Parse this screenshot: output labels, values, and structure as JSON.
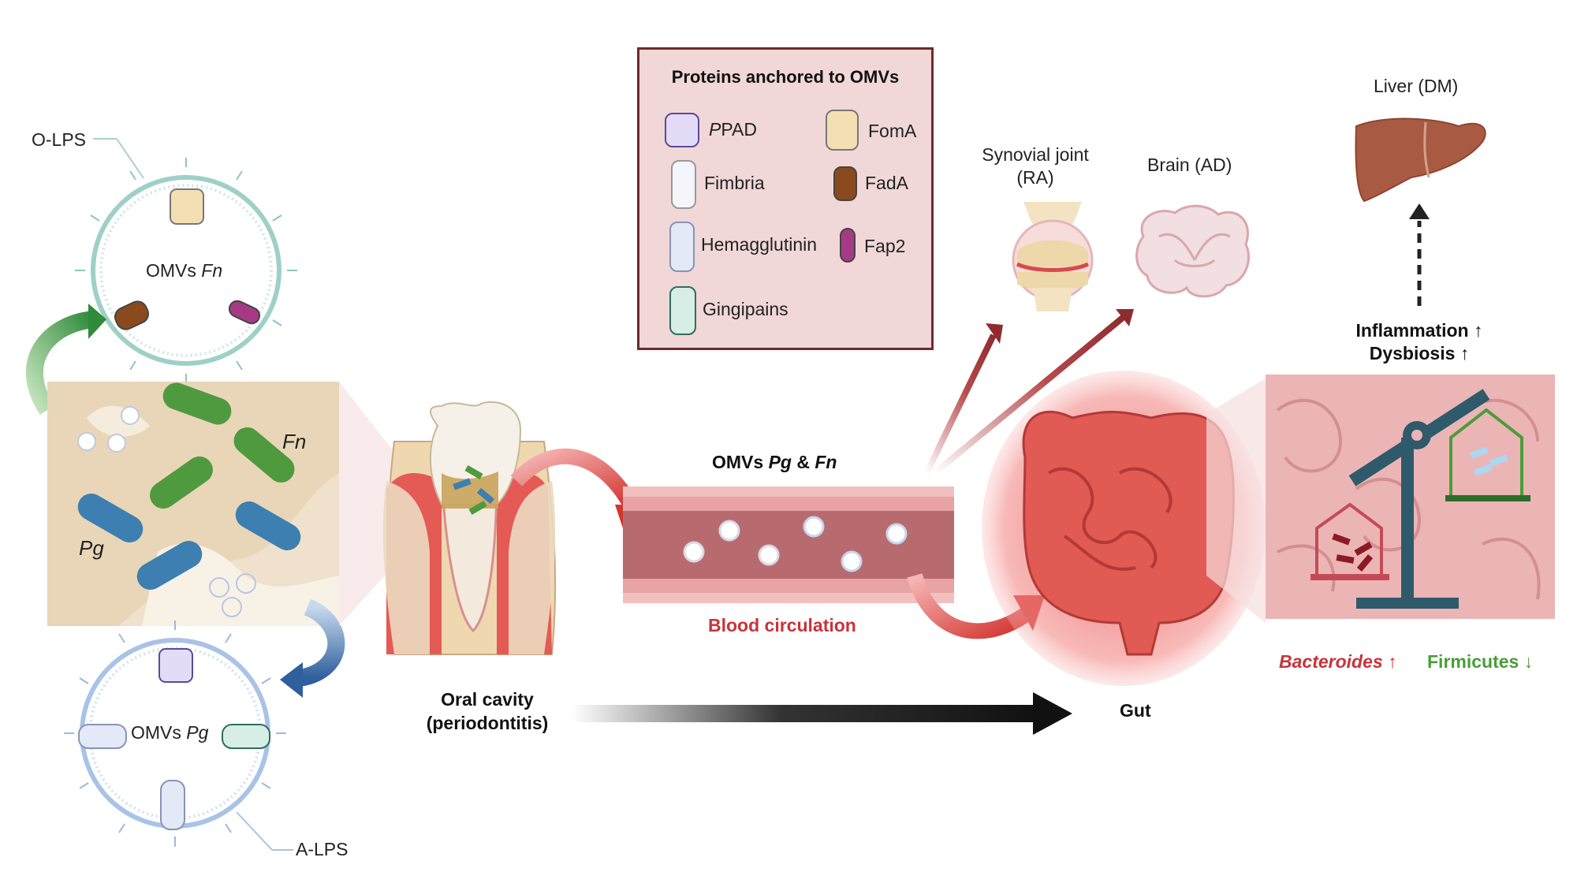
{
  "omv_fn": {
    "label_prefix": "OMVs",
    "label_species": "Fn",
    "lps_label": "O-LPS"
  },
  "omv_pg": {
    "label_prefix": "OMVs",
    "label_species": "Pg",
    "lps_label": "A-LPS"
  },
  "biofilm": {
    "fn_label": "Fn",
    "pg_label": "Pg"
  },
  "legend": {
    "title": "Proteins anchored to OMVs",
    "items": [
      {
        "italic": "P",
        "label": "PAD",
        "color": "#e4dcf7"
      },
      {
        "label": "FomA",
        "color": "#f3dfb3"
      },
      {
        "label": "Fimbria",
        "color": "#f4f6fb"
      },
      {
        "label": "FadA",
        "color": "#8b4a1c"
      },
      {
        "label": "Hemagglutinin",
        "color": "#e4e9f7"
      },
      {
        "label": "Fap2",
        "color": "#a63a87"
      },
      {
        "label": "Gingipains",
        "color": "#d6eee6"
      }
    ]
  },
  "oral": {
    "line1": "Oral cavity",
    "line2": "(periodontitis)"
  },
  "vessel": {
    "title_prefix": "OMVs",
    "title_pg": "Pg",
    "title_amp": "&",
    "title_fn": "Fn",
    "caption": "Blood circulation"
  },
  "organs": {
    "joint": {
      "line1": "Synovial joint",
      "line2": "(RA)"
    },
    "brain": "Brain (AD)",
    "liver": "Liver (DM)",
    "gut": "Gut"
  },
  "effects": {
    "inflammation": "Inflammation ↑",
    "dysbiosis": "Dysbiosis ↑"
  },
  "microbiota": {
    "bacteroides": "Bacteroides",
    "bacteroides_arrow": "↑",
    "firmicutes": "Firmicutes ↓"
  },
  "colors": {
    "vessel": "#e8a3a5",
    "legend_bg": "#f1d7d7",
    "legend_border": "#6e2a2a",
    "red_text": "#c8333a",
    "green_text": "#4a9d3a",
    "fn_bacteria": "#4f9a3e",
    "pg_bacteria": "#3d7fb0"
  }
}
